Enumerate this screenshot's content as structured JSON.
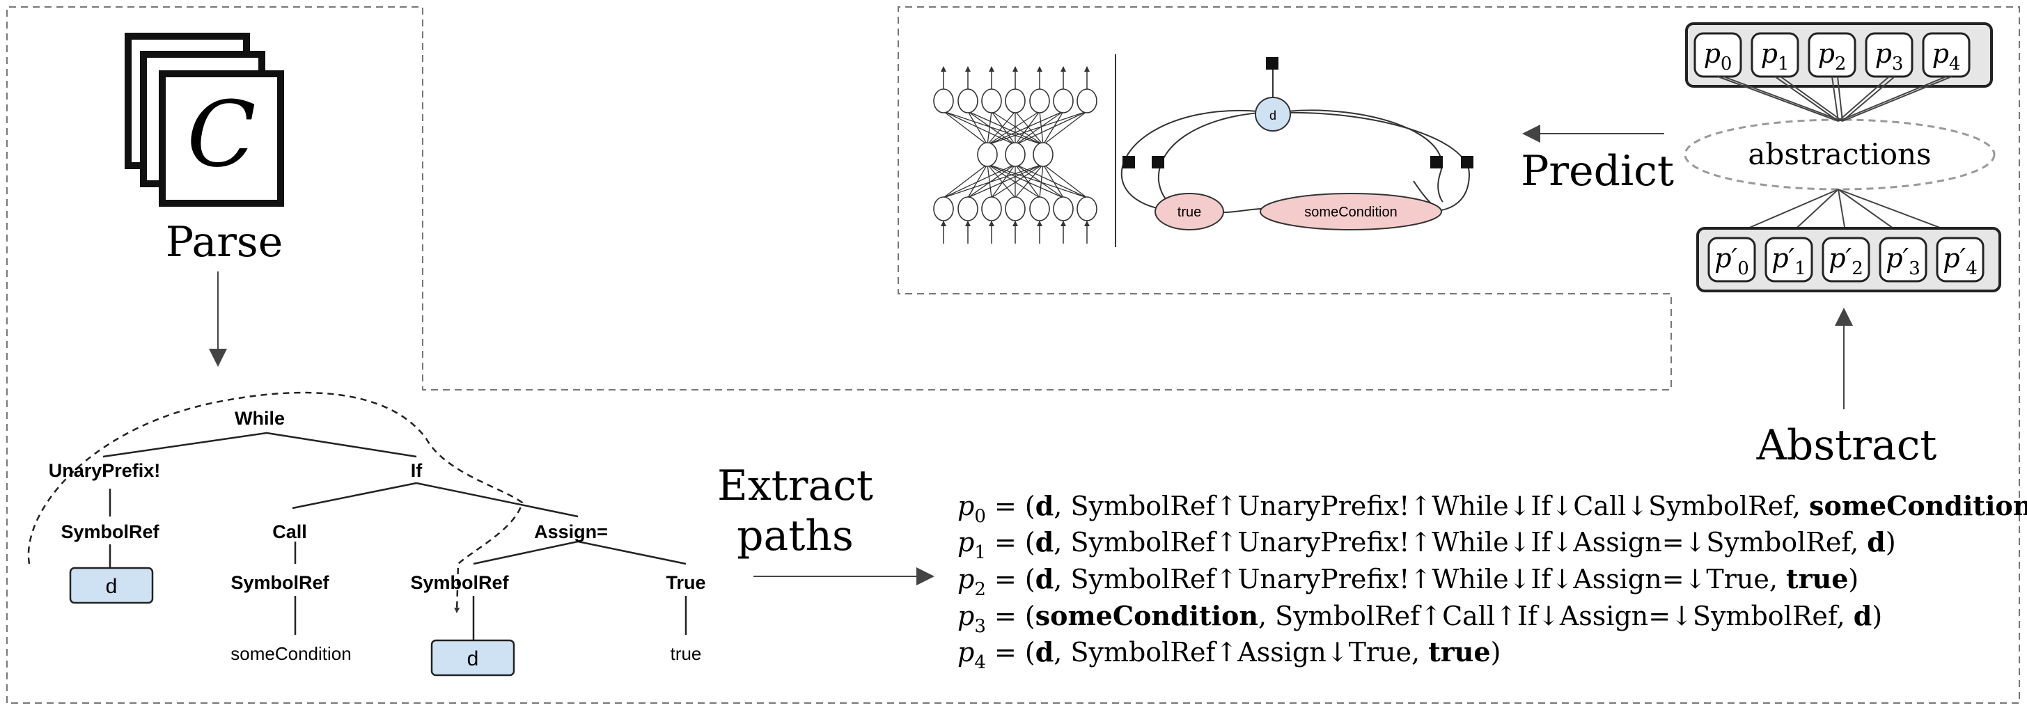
{
  "source_block": {
    "glyph": "C",
    "parse_label": "Parse"
  },
  "ast": {
    "nodes": {
      "while": "While",
      "unary": "UnaryPrefix!",
      "if": "If",
      "symref_left": "SymbolRef",
      "call": "Call",
      "assign": "Assign=",
      "symref_call": "SymbolRef",
      "symref_assign": "SymbolRef",
      "true_node": "True"
    },
    "leaves": {
      "d_left": "d",
      "some_condition": "someCondition",
      "d_assign": "d",
      "true_leaf": "true"
    }
  },
  "extract_label": [
    "Extract",
    "paths"
  ],
  "paths": [
    {
      "sub": "0",
      "src": "d",
      "mid": "SymbolRef↑UnaryPrefix!↑While↓If↓Call↓SymbolRef",
      "dst": "someCondition"
    },
    {
      "sub": "1",
      "src": "d",
      "mid": "SymbolRef↑UnaryPrefix!↑While↓If↓Assign=↓SymbolRef",
      "dst": "d"
    },
    {
      "sub": "2",
      "src": "d",
      "mid": "SymbolRef↑UnaryPrefix!↑While↓If↓Assign=↓True",
      "dst": "true"
    },
    {
      "sub": "3",
      "src": "someCondition",
      "mid": "SymbolRef↑Call↑If↓Assign=↓SymbolRef",
      "dst": "d"
    },
    {
      "sub": "4",
      "src": "d",
      "mid": "SymbolRef↑Assign↓True",
      "dst": "true"
    }
  ],
  "abstract_label": "Abstract",
  "predict_label": "Predict",
  "abstractions_label": "abstractions",
  "path_boxes_top": [
    "0",
    "1",
    "2",
    "3",
    "4"
  ],
  "path_boxes_bottom": [
    "0",
    "1",
    "2",
    "3",
    "4"
  ],
  "factor_graph": {
    "var_d": "d",
    "var_true": "true",
    "var_cond": "someCondition"
  },
  "colors": {
    "node_blue": "#cfe2f3",
    "node_pink": "#f4cccc",
    "line": "#444444",
    "dash": "#777777"
  }
}
